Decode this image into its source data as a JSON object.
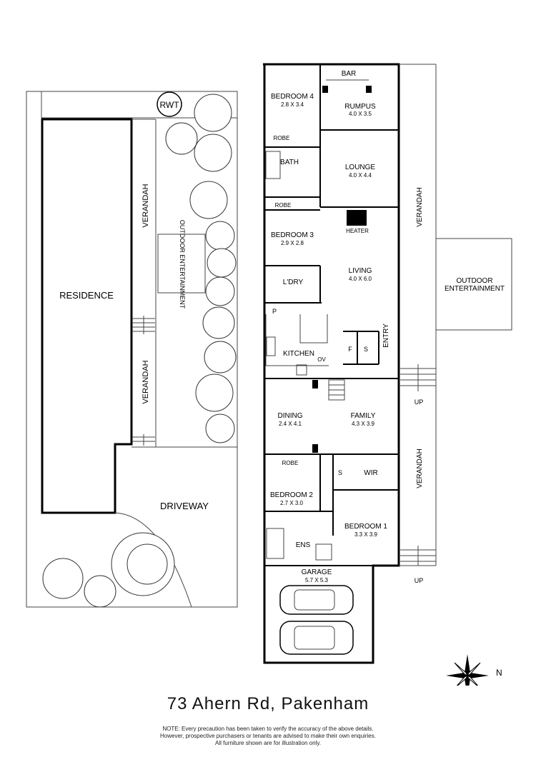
{
  "title": "73 Ahern Rd, Pakenham",
  "note": [
    "NOTE: Every precaution has been taken to verify the accuracy of the above details.",
    "However, prospective purchasers or tenants are advised to make their own enquiries.",
    "All furniture shown are for illustration only."
  ],
  "site": {
    "residence": "RESIDENCE",
    "rwt": "RWT",
    "verandah_top": "VERANDAH",
    "verandah_bottom": "VERANDAH",
    "outdoor_entertainment": "OUTDOOR ENTERTAINMENT",
    "driveway": "DRIVEWAY"
  },
  "rooms": {
    "bedroom4": {
      "name": "BEDROOM 4",
      "size": "2.8 X 3.4"
    },
    "bar": {
      "name": "BAR"
    },
    "rumpus": {
      "name": "RUMPUS",
      "size": "4.0 X 3.5"
    },
    "robe_top": {
      "name": "ROBE"
    },
    "bath": {
      "name": "BATH"
    },
    "lounge": {
      "name": "LOUNGE",
      "size": "4.0 X 4.4"
    },
    "robe_mid": {
      "name": "ROBE"
    },
    "bedroom3": {
      "name": "BEDROOM 3",
      "size": "2.9 X 2.8"
    },
    "heater": {
      "name": "HEATER"
    },
    "laundry": {
      "name": "L'DRY"
    },
    "living": {
      "name": "LIVING",
      "size": "4.0 X 6.0"
    },
    "pantry": {
      "name": "P"
    },
    "kitchen": {
      "name": "KITCHEN"
    },
    "fridge": {
      "name": "F"
    },
    "store_entry": {
      "name": "S"
    },
    "entry": {
      "name": "ENTRY"
    },
    "oven": {
      "name": "OV"
    },
    "dining": {
      "name": "DINING",
      "size": "2.4 X 4.1"
    },
    "family": {
      "name": "FAMILY",
      "size": "4.3 X 3.9"
    },
    "robe_b2": {
      "name": "ROBE"
    },
    "store_b1": {
      "name": "S"
    },
    "wir": {
      "name": "WIR"
    },
    "bedroom2": {
      "name": "BEDROOM 2",
      "size": "2.7 X 3.0"
    },
    "bedroom1": {
      "name": "BEDROOM 1",
      "size": "3.3 X 3.9"
    },
    "ens": {
      "name": "ENS"
    },
    "garage": {
      "name": "GARAGE",
      "size": "5.7 X 5.3"
    },
    "verandah_top": {
      "name": "VERANDAH"
    },
    "verandah_bottom": {
      "name": "VERANDAH"
    },
    "outdoor_entertainment": {
      "name": "OUTDOOR ENTERTAINMENT"
    },
    "up_top": {
      "name": "UP"
    },
    "up_bottom": {
      "name": "UP"
    }
  },
  "compass": {
    "label": "N"
  }
}
